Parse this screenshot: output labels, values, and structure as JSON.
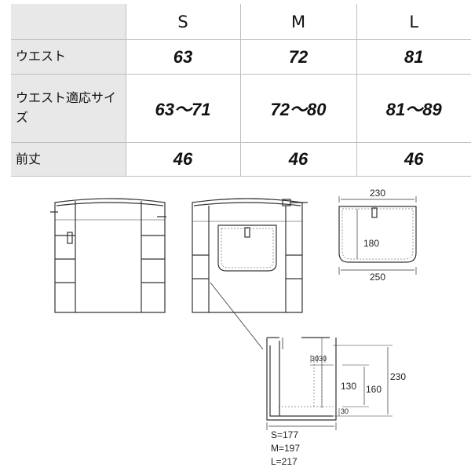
{
  "table": {
    "headers": [
      "S",
      "M",
      "L"
    ],
    "rows": [
      {
        "label": "ウエスト",
        "values": [
          "63",
          "72",
          "81"
        ]
      },
      {
        "label": "ウエスト適応サイズ",
        "values": [
          "63〜71",
          "72〜80",
          "81〜89"
        ]
      },
      {
        "label": "前丈",
        "values": [
          "46",
          "46",
          "46"
        ]
      }
    ]
  },
  "pocket": {
    "top_width": "230",
    "height": "180",
    "bottom_width": "250"
  },
  "detail": {
    "width_top_a": "30",
    "width_top_b": "30",
    "height_inner": "130",
    "height_mid": "160",
    "height_total": "230",
    "bottom_gap": "30",
    "size_notes": [
      "S=177",
      "M=197",
      "L=217"
    ]
  },
  "colors": {
    "line": "#333333",
    "header_bg": "#e8e8e8",
    "grid": "#bfbfbf"
  }
}
